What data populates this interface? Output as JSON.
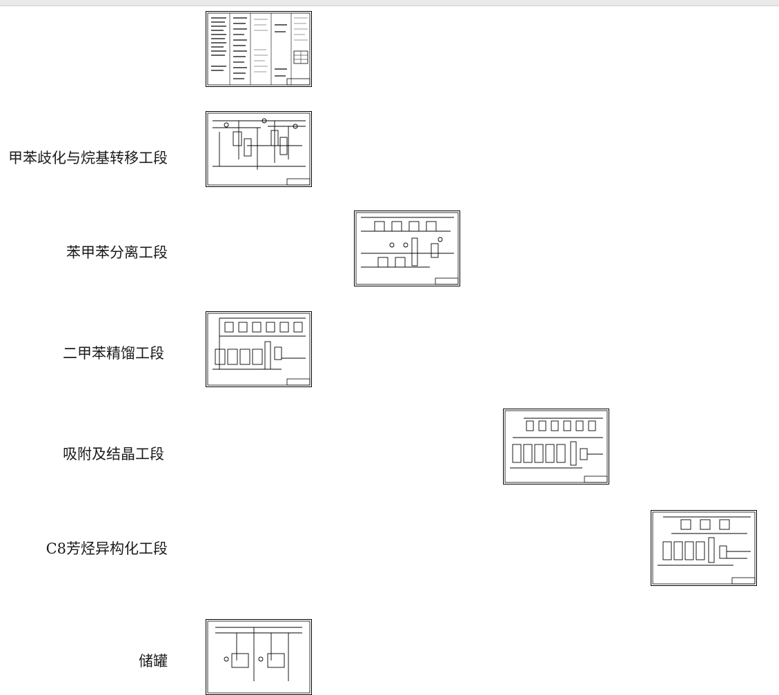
{
  "sections": [
    {
      "id": "legend",
      "label": ""
    },
    {
      "id": "toluene",
      "label": "甲苯歧化与烷基转移工段"
    },
    {
      "id": "benzene",
      "label": "苯甲苯分离工段"
    },
    {
      "id": "xylene",
      "label": "二甲苯精馏工段"
    },
    {
      "id": "adsorb",
      "label": "吸附及结晶工段"
    },
    {
      "id": "c8",
      "label": "C8芳烃异构化工段"
    },
    {
      "id": "tank",
      "label": "储罐"
    }
  ],
  "colors": {
    "line": "#000000",
    "background": "#ffffff",
    "topbar": "#e9e9e9"
  }
}
